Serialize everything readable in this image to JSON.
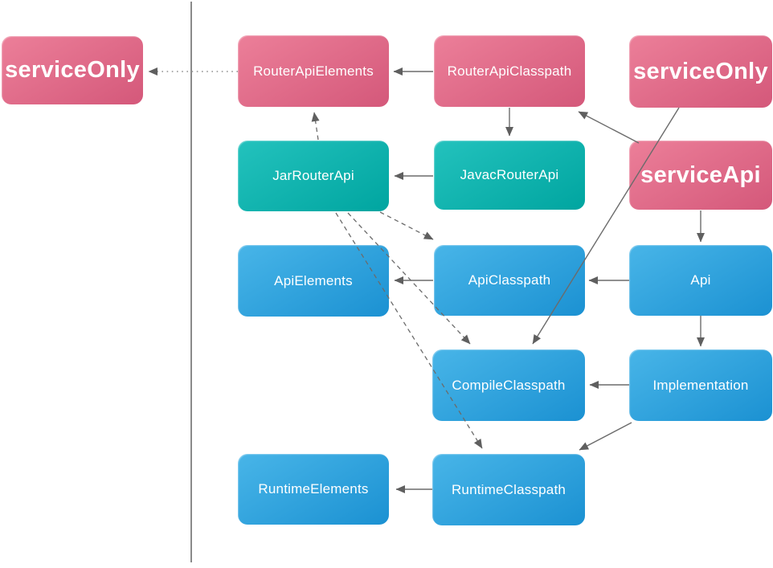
{
  "diagram": {
    "palette": {
      "pink_top": "#ec7f99",
      "pink_bottom": "#d4587a",
      "teal_top": "#23c2bd",
      "teal_bottom": "#00a5a0",
      "blue_top": "#48b5e8",
      "blue_bottom": "#1b91d2",
      "connector": "#6b6b6b",
      "dotted_connector": "#a0a0a0",
      "arrowhead": "#5f5f5f",
      "divider": "#8a8a8a",
      "label_color": "#ffffff"
    },
    "nodes": {
      "service_only_left": {
        "label": "serviceOnly",
        "color": "pink",
        "emphasis": "large"
      },
      "router_api_elements": {
        "label": "RouterApiElements",
        "color": "pink",
        "emphasis": "normal"
      },
      "router_api_classpath": {
        "label": "RouterApiClasspath",
        "color": "pink",
        "emphasis": "normal"
      },
      "service_only_right": {
        "label": "serviceOnly",
        "color": "pink",
        "emphasis": "large"
      },
      "jar_router_api": {
        "label": "JarRouterApi",
        "color": "teal",
        "emphasis": "normal"
      },
      "javac_router_api": {
        "label": "JavacRouterApi",
        "color": "teal",
        "emphasis": "normal"
      },
      "service_api": {
        "label": "serviceApi",
        "color": "pink",
        "emphasis": "large"
      },
      "api_elements": {
        "label": "ApiElements",
        "color": "blue",
        "emphasis": "normal"
      },
      "api_classpath": {
        "label": "ApiClasspath",
        "color": "blue",
        "emphasis": "normal"
      },
      "api": {
        "label": "Api",
        "color": "blue",
        "emphasis": "normal"
      },
      "compile_classpath": {
        "label": "CompileClasspath",
        "color": "blue",
        "emphasis": "normal"
      },
      "implementation": {
        "label": "Implementation",
        "color": "blue",
        "emphasis": "normal"
      },
      "runtime_elements": {
        "label": "RuntimeElements",
        "color": "blue",
        "emphasis": "normal"
      },
      "runtime_classpath": {
        "label": "RuntimeClasspath",
        "color": "blue",
        "emphasis": "normal"
      }
    },
    "edges": [
      {
        "from": "router_api_elements",
        "to": "service_only_left",
        "style": "dotted"
      },
      {
        "from": "router_api_classpath",
        "to": "router_api_elements",
        "style": "solid"
      },
      {
        "from": "router_api_classpath",
        "to": "javac_router_api",
        "style": "solid"
      },
      {
        "from": "javac_router_api",
        "to": "jar_router_api",
        "style": "solid"
      },
      {
        "from": "jar_router_api",
        "to": "router_api_elements",
        "style": "dashed"
      },
      {
        "from": "jar_router_api",
        "to": "api_classpath",
        "style": "dashed"
      },
      {
        "from": "jar_router_api",
        "to": "compile_classpath",
        "style": "dashed"
      },
      {
        "from": "jar_router_api",
        "to": "runtime_classpath",
        "style": "dashed"
      },
      {
        "from": "service_api",
        "to": "router_api_classpath",
        "style": "solid"
      },
      {
        "from": "service_only_right",
        "to": "compile_classpath",
        "style": "solid"
      },
      {
        "from": "service_api",
        "to": "api",
        "style": "solid"
      },
      {
        "from": "api",
        "to": "api_classpath",
        "style": "solid"
      },
      {
        "from": "api",
        "to": "implementation",
        "style": "solid"
      },
      {
        "from": "api_classpath",
        "to": "api_elements",
        "style": "solid"
      },
      {
        "from": "implementation",
        "to": "compile_classpath",
        "style": "solid"
      },
      {
        "from": "implementation",
        "to": "runtime_classpath",
        "style": "solid"
      },
      {
        "from": "runtime_classpath",
        "to": "runtime_elements",
        "style": "solid"
      }
    ]
  }
}
